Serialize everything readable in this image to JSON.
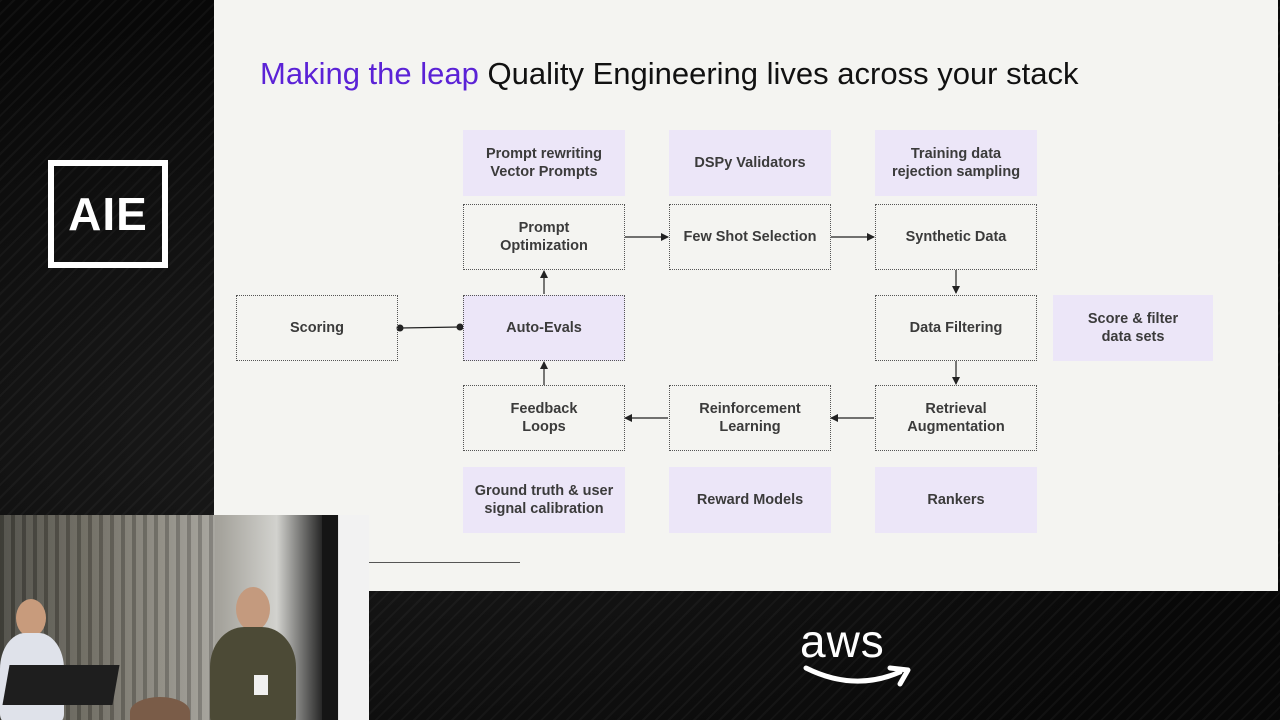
{
  "brand": {
    "logo_text": "AIE",
    "sponsor_text": "aws"
  },
  "slide": {
    "title_accent": "Making the leap",
    "title_rest": " Quality Engineering lives across your stack",
    "nodes": {
      "prompt_rewriting": "Prompt rewriting\nVector Prompts",
      "dspy_validators": "DSPy Validators",
      "training_data": "Training data\nrejection sampling",
      "prompt_optimization": "Prompt\nOptimization",
      "few_shot_selection": "Few Shot Selection",
      "synthetic_data": "Synthetic Data",
      "scoring": "Scoring",
      "auto_evals": "Auto-Evals",
      "data_filtering": "Data Filtering",
      "score_filter": "Score & filter\ndata sets",
      "feedback_loops": "Feedback\nLoops",
      "reinforcement_learning": "Reinforcement\nLearning",
      "retrieval_augmentation": "Retrieval\nAugmentation",
      "ground_truth": "Ground truth & user\nsignal calibration",
      "reward_models": "Reward Models",
      "rankers": "Rankers"
    }
  },
  "colors": {
    "accent": "#5b22d6",
    "box_fill": "#ece6f8",
    "slide_bg": "#f4f4f1"
  }
}
